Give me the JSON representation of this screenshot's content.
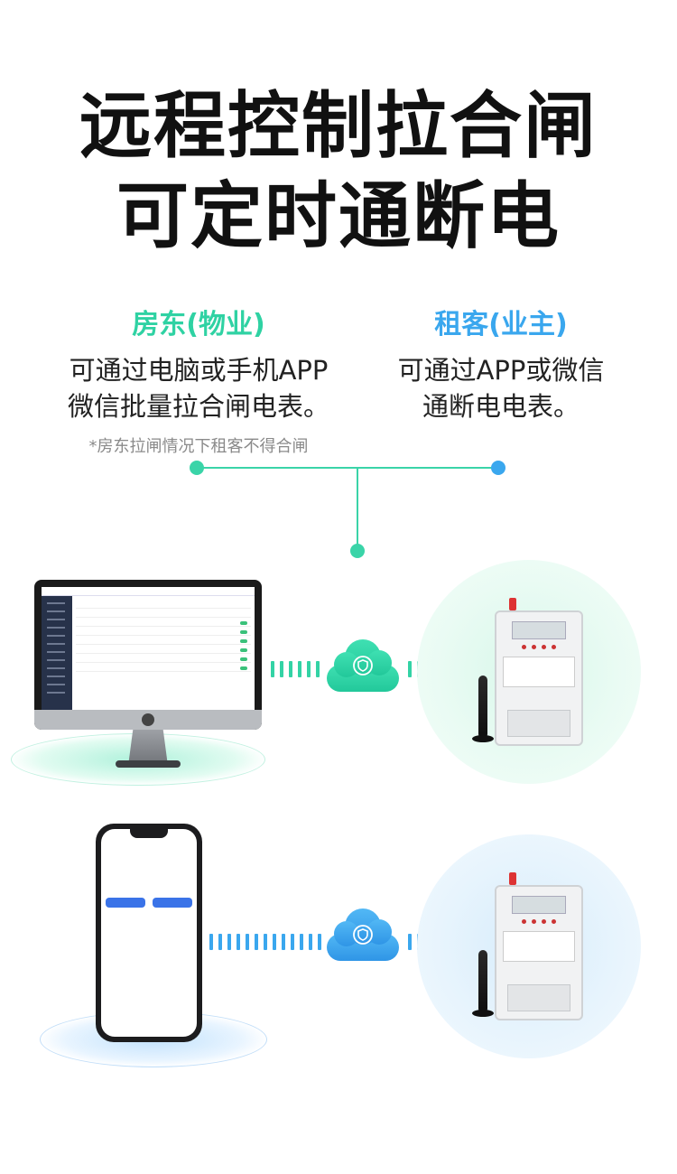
{
  "headline": {
    "line1": "远程控制拉合闸",
    "line2": "可定时通断电"
  },
  "landlord": {
    "role": "房东(物业)",
    "desc1": "可通过电脑或手机APP",
    "desc2": "微信批量拉合闸电表。",
    "note": "*房东拉闸情况下租客不得合闸"
  },
  "tenant": {
    "role": "租客(业主)",
    "desc1": "可通过APP或微信",
    "desc2": "通断电电表。"
  },
  "colors": {
    "green": "#2fd2a3",
    "blue": "#3aa7ee"
  },
  "icons": [
    "shield-icon",
    "cloud-icon",
    "monitor-icon",
    "phone-icon",
    "meter-icon"
  ]
}
